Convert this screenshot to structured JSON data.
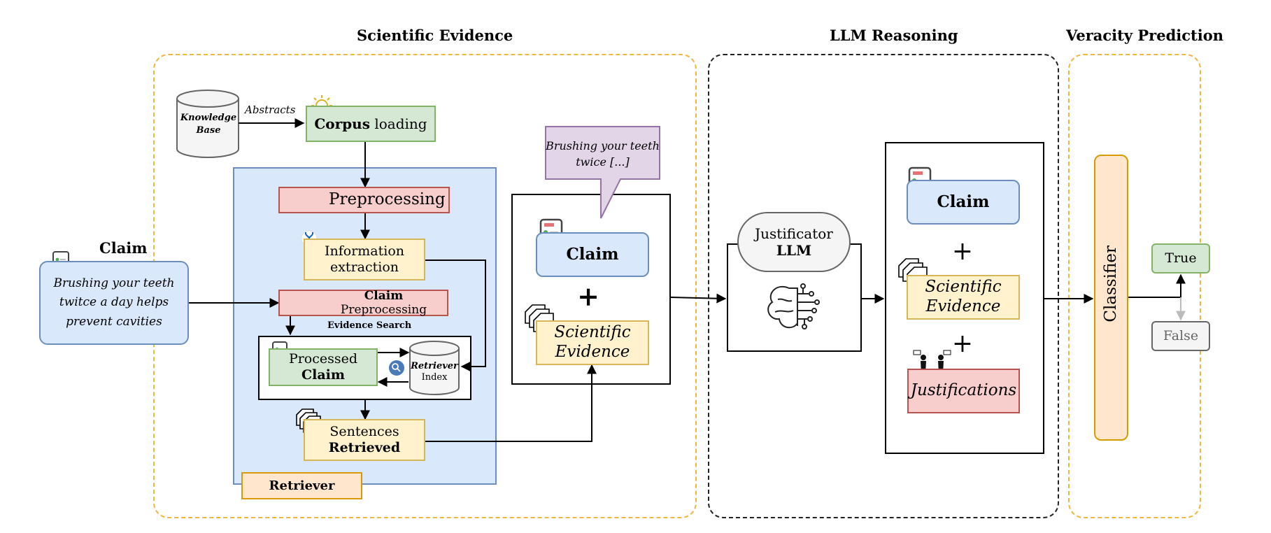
{
  "sections": {
    "scientific_evidence": "Scientific Evidence",
    "llm_reasoning": "LLM Reasoning",
    "veracity_prediction": "Veracity Prediction"
  },
  "input_claim": {
    "title": "Claim",
    "text": "Brushing your teeth twitce a day helps prevent cavities"
  },
  "retrieval": {
    "knowledge_base": "Knowledge Base",
    "abstracts_label": "Abstracts",
    "corpus_bold": "Corpus",
    "corpus_rest": " loading",
    "preprocessing": "Preprocessing",
    "info_extraction_line1": "Information",
    "info_extraction_line2": "extraction",
    "claim_preproc_bold": "Claim",
    "claim_preproc_rest": " Preprocessing",
    "evidence_search": "Evidence Search",
    "processed_line1": "Processed",
    "processed_line2": "Claim",
    "retriever_index_line1": "Retriever",
    "retriever_index_line2": "Index",
    "sentences_line1": "Sentences",
    "sentences_line2": "Retrieved",
    "retriever_label": "Retriever"
  },
  "evidence_card": {
    "bubble_text": "Brushing your teeth twice [...]",
    "claim": "Claim",
    "plus": "+",
    "evidence_line1": "Scientific",
    "evidence_line2": "Evidence"
  },
  "justificator": {
    "line1": "Justificator",
    "line2": "LLM"
  },
  "reasoning_card": {
    "claim": "Claim",
    "plus1": "+",
    "evidence_line1": "Scientific",
    "evidence_line2": "Evidence",
    "plus2": "+",
    "justifications": "Justifications"
  },
  "verdict": {
    "classifier": "Classifier",
    "true": "True",
    "false": "False"
  },
  "colors": {
    "green_fill": "#d5e8d4",
    "red_fill": "#f8cecc",
    "yellow_fill": "#fff2cc",
    "blue_fill": "#dae8fc",
    "orange_fill": "#ffe6cc",
    "dashed_orange": "#f0b640"
  }
}
